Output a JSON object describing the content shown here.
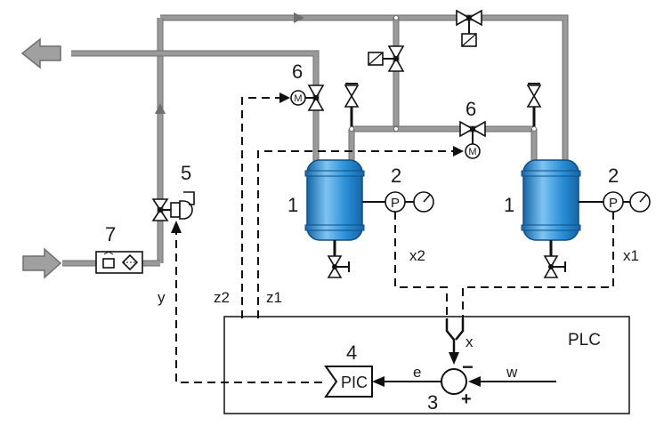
{
  "labels": {
    "tank_left": "1",
    "tank_right": "1",
    "pressure_left": "2",
    "pressure_right": "2",
    "comparator": "3",
    "controller_num": "4",
    "actuator_num": "5",
    "valve_top": "6",
    "valve_middle": "6",
    "filter_num": "7",
    "pressure_symbol_left": "P",
    "pressure_symbol_right": "P",
    "motor_symbol_top": "M",
    "motor_symbol_middle": "M",
    "controller": "PIC",
    "plc": "PLC",
    "signal_x": "x",
    "signal_x1": "x1",
    "signal_x2": "x2",
    "signal_y": "y",
    "signal_z1": "z1",
    "signal_z2": "z2",
    "signal_e": "e",
    "signal_w": "w",
    "minus_sign": "−",
    "plus_sign": "+"
  },
  "colors": {
    "tank_fill": "#2a8fd6",
    "tank_light": "#7ec4f2",
    "tank_dark": "#1565a8",
    "pipe": "#9a9a9a",
    "arrow_fill": "#a0a0a0"
  }
}
